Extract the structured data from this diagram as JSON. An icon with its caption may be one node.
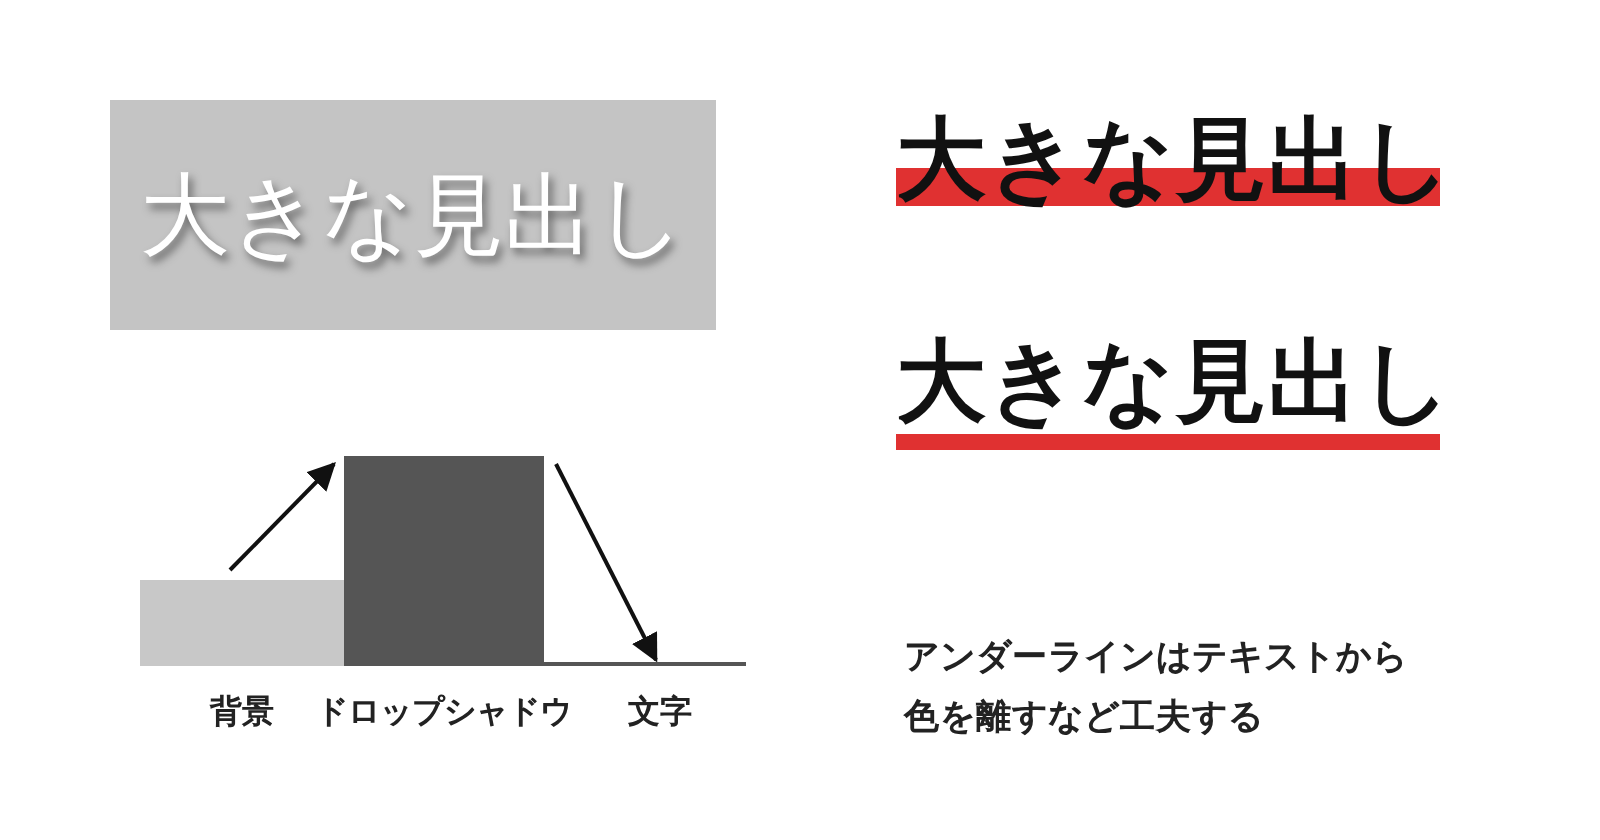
{
  "diagram": {
    "nodes": [
      {
        "text": [
          "大きな見出し"
        ]
      },
      {
        "text": [],
        "shape": "bar",
        "beside": [
          "背景"
        ]
      },
      {
        "text": [],
        "shape": "bar",
        "beside": [
          "ドロップシャドウ"
        ]
      },
      {
        "text": [],
        "shape": "bar",
        "beside": [
          "文字"
        ]
      }
    ],
    "edges": [
      {
        "from": 1,
        "to": 2,
        "arrow": "to"
      },
      {
        "from": 2,
        "to": 3,
        "arrow": "to"
      }
    ],
    "labels": [
      "大きな見出し",
      "大きな見出し",
      "アンダーラインはテキストから色を離すなど工夫する"
    ]
  }
}
